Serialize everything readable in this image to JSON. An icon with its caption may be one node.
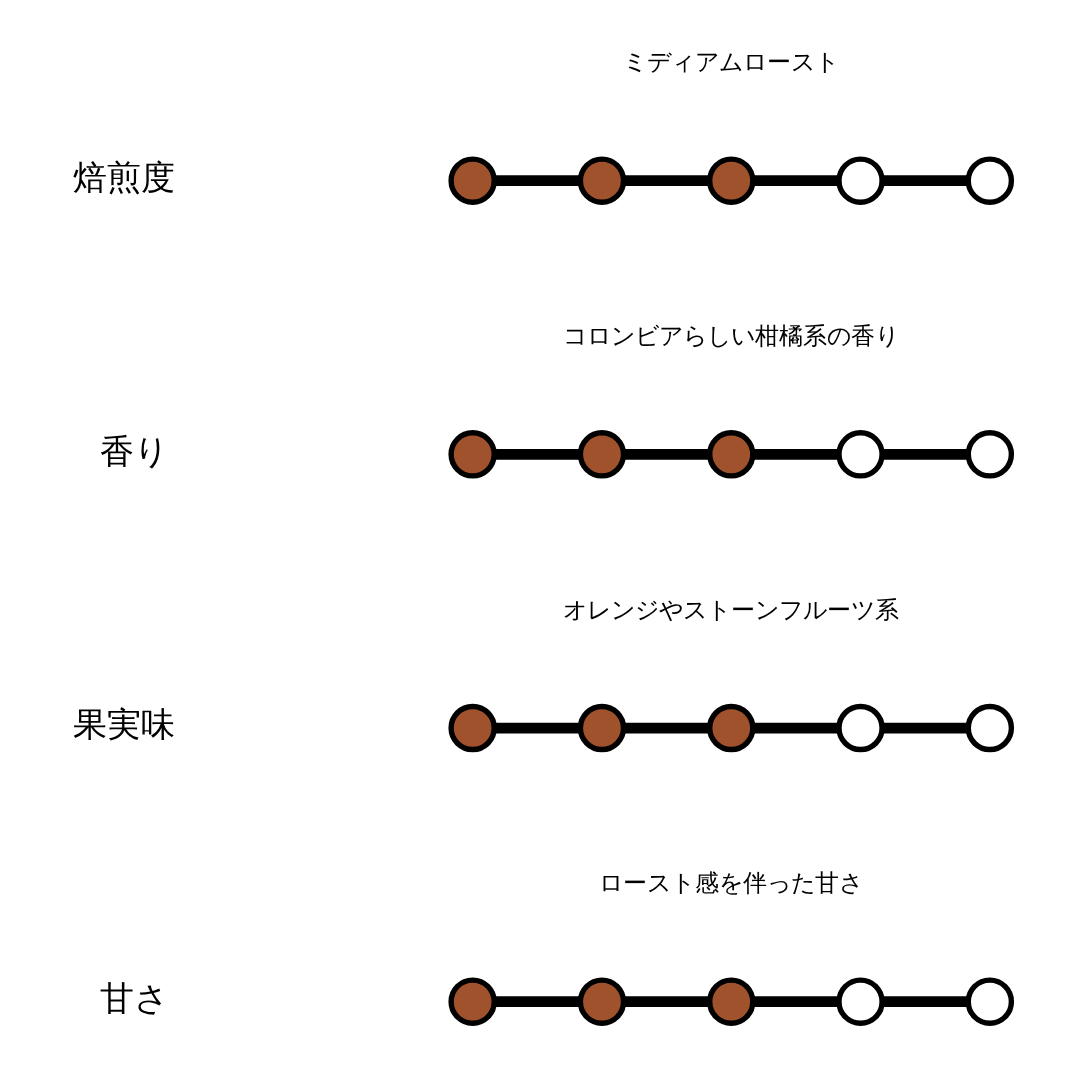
{
  "diagram": {
    "nodes": [
      {
        "text": [],
        "shape": "circle"
      },
      {
        "text": [],
        "shape": "circle"
      },
      {
        "text": [],
        "shape": "circle"
      },
      {
        "text": [],
        "shape": "circle"
      },
      {
        "text": [],
        "shape": "circle"
      },
      {
        "text": [],
        "shape": "circle"
      },
      {
        "text": [],
        "shape": "circle"
      },
      {
        "text": [],
        "shape": "circle"
      },
      {
        "text": [],
        "shape": "circle"
      },
      {
        "text": [],
        "shape": "circle"
      },
      {
        "text": [],
        "shape": "circle"
      },
      {
        "text": [],
        "shape": "circle"
      },
      {
        "text": [],
        "shape": "circle"
      },
      {
        "text": [],
        "shape": "circle"
      },
      {
        "text": [],
        "shape": "circle"
      },
      {
        "text": [],
        "shape": "circle"
      },
      {
        "text": [],
        "shape": "circle"
      },
      {
        "text": [],
        "shape": "circle"
      },
      {
        "text": [],
        "shape": "circle"
      },
      {
        "text": [],
        "shape": "circle"
      }
    ],
    "edges": [
      {
        "from": 0,
        "to": 1,
        "arrow": "none"
      },
      {
        "from": 1,
        "to": 2,
        "arrow": "none"
      },
      {
        "from": 2,
        "to": 3,
        "arrow": "none"
      },
      {
        "from": 3,
        "to": 4,
        "arrow": "none"
      },
      {
        "from": 5,
        "to": 6,
        "arrow": "none"
      },
      {
        "from": 6,
        "to": 7,
        "arrow": "none"
      },
      {
        "from": 7,
        "to": 8,
        "arrow": "none"
      },
      {
        "from": 8,
        "to": 9,
        "arrow": "none"
      },
      {
        "from": 10,
        "to": 11,
        "arrow": "none"
      },
      {
        "from": 11,
        "to": 12,
        "arrow": "none"
      },
      {
        "from": 12,
        "to": 13,
        "arrow": "none"
      },
      {
        "from": 13,
        "to": 14,
        "arrow": "none"
      },
      {
        "from": 15,
        "to": 16,
        "arrow": "none"
      },
      {
        "from": 16,
        "to": 17,
        "arrow": "none"
      },
      {
        "from": 17,
        "to": 18,
        "arrow": "none"
      },
      {
        "from": 18,
        "to": 19,
        "arrow": "none"
      }
    ],
    "labels": [
      "ミディアムロースト",
      "焙煎度",
      "コロンビアらしい柑橘系の香り",
      "香り",
      "オレンジやストーンフルーツ系",
      "果実味",
      "ロースト感を伴った甘さ",
      "甘さ"
    ]
  }
}
